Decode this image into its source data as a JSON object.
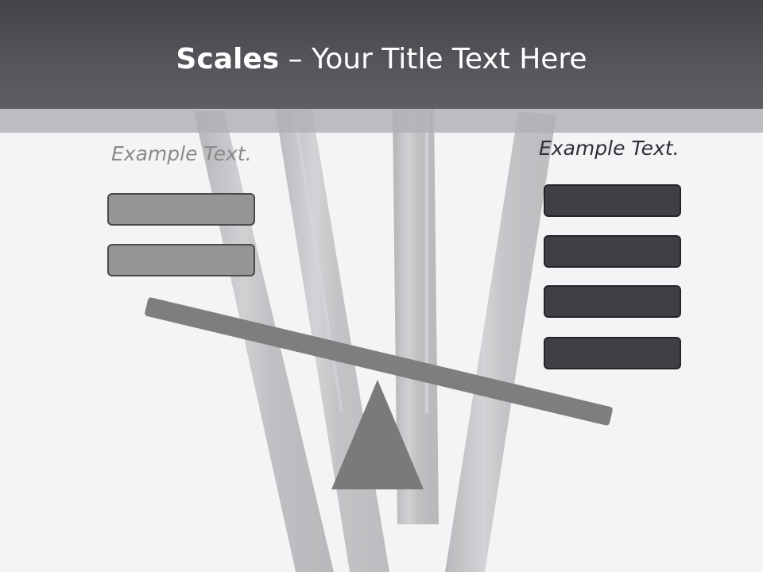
{
  "slide": {
    "title_bold": "Scales",
    "title_rest": " – Your Title Text Here",
    "left_label": "Example Text.",
    "right_label": "Example Text."
  },
  "left_pan": {
    "box_count": 2,
    "box_color": "#959595"
  },
  "right_pan": {
    "box_count": 4,
    "box_color": "#3f4046"
  },
  "beam_color": "#7e7e80",
  "fulcrum_color": "#7a7a7c",
  "header_color": "#4a4b50"
}
